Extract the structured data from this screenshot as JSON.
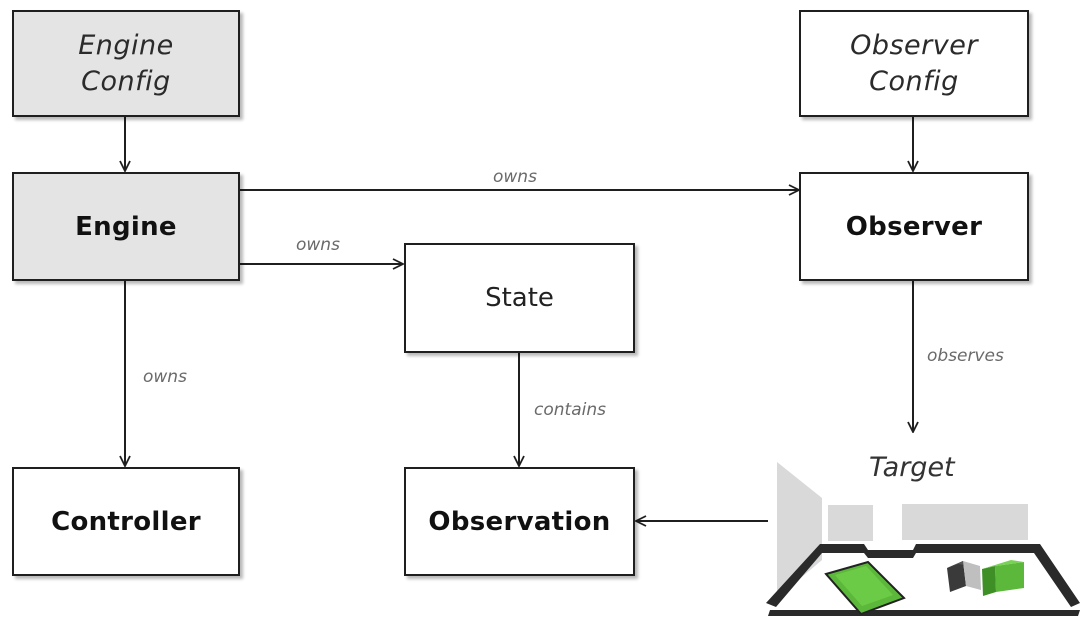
{
  "nodes": {
    "engine_config": {
      "line1": "Engine",
      "line2": "Config"
    },
    "observer_config": {
      "line1": "Observer",
      "line2": "Config"
    },
    "engine": {
      "label": "Engine"
    },
    "observer": {
      "label": "Observer"
    },
    "state": {
      "label": "State"
    },
    "controller": {
      "label": "Controller"
    },
    "observation": {
      "label": "Observation"
    }
  },
  "edges": {
    "engine_to_observer": "owns",
    "engine_to_state": "owns",
    "engine_to_controller": "owns",
    "state_to_observation": "contains",
    "observer_to_target": "observes"
  },
  "target": {
    "label": "Target"
  },
  "colors": {
    "shaded_box": "#e4e4e4",
    "border": "#1f1f1f",
    "edge_label": "#6a6a6a",
    "target_gray": "#d9d9d9",
    "target_green": "#5cb83a"
  }
}
